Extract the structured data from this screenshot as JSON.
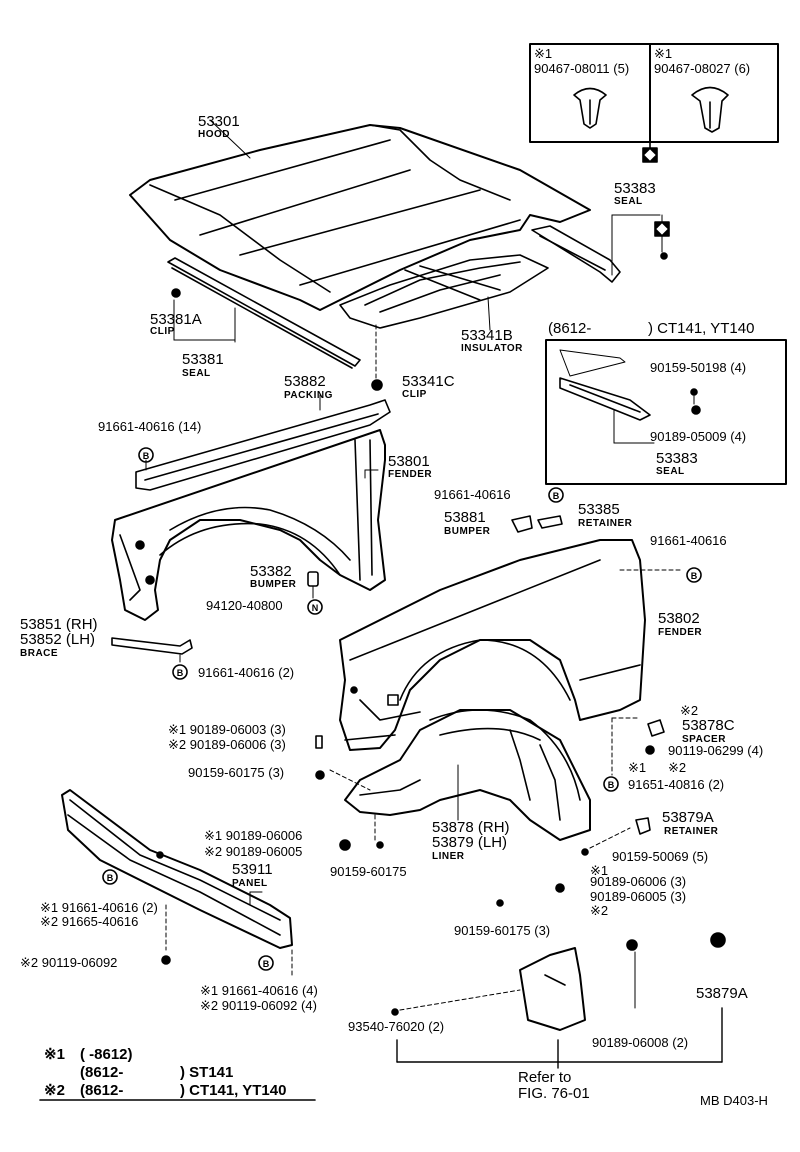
{
  "top_clips": {
    "left": {
      "mark": "※1",
      "part": "90467-08011 (5)"
    },
    "right": {
      "mark": "※1",
      "part": "90467-08027 (6)"
    }
  },
  "parts": {
    "hood": {
      "number": "53301",
      "name": "HOOD"
    },
    "seal_53383": {
      "number": "53383",
      "name": "SEAL"
    },
    "clip_53381A": {
      "number": "53381A",
      "name": "CLIP"
    },
    "seal_53381": {
      "number": "53381",
      "name": "SEAL"
    },
    "insulator": {
      "number": "53341B",
      "name": "INSULATOR"
    },
    "clip_53341C": {
      "number": "53341C",
      "name": "CLIP"
    },
    "packing": {
      "number": "53882",
      "name": "PACKING"
    },
    "fender_53801": {
      "number": "53801",
      "name": "FENDER"
    },
    "screw_14": "91661-40616 (14)",
    "screw_right1": "91661-40616",
    "retainer_53385": {
      "number": "53385",
      "name": "RETAINER"
    },
    "bumper_53881": {
      "number": "53881",
      "name": "BUMPER"
    },
    "screw_right2": "91661-40616",
    "bumper_53382": {
      "number": "53382",
      "name": "BUMPER"
    },
    "nut_94120": "94120-40800",
    "fender_53802": {
      "number": "53802",
      "name": "FENDER"
    },
    "brace": {
      "rh": "53851 (RH)",
      "lh": "53852 (LH)",
      "name": "BRACE"
    },
    "screw_brace": "91661-40616 (2)",
    "bolt_a1": "※1 90189-06003 (3)",
    "bolt_a2": "※2 90189-06006 (3)",
    "screw_60175_a": "90159-60175 (3)",
    "spacer_mark": "※2",
    "spacer": {
      "number": "53878C",
      "name": "SPACER"
    },
    "screw_06299": "90119-06299 (4)",
    "mark_s1": "※1",
    "mark_s2": "※2",
    "screw_40816": "91651-40816 (2)",
    "liner": {
      "rh": "53878 (RH)",
      "lh": "53879 (LH)",
      "name": "LINER"
    },
    "retainer_53879A": {
      "number": "53879A",
      "name": "RETAINER"
    },
    "bolt_b1": "※1 90189-06006",
    "bolt_b2": "※2 90189-06005",
    "screw_60175_b": "90159-60175",
    "screw_50069": "90159-50069 (5)",
    "mark_s1b": "※1",
    "bolt_c1": "90189-06006 (3)",
    "bolt_c2": "90189-06005 (3)",
    "mark_s2b": "※2",
    "screw_60175_c": "90159-60175 (3)",
    "panel": {
      "number": "53911",
      "name": "PANEL"
    },
    "screw_panel1": "※1 91661-40616 (2)",
    "screw_panel2": "※2 91665-40616",
    "nut_panel": "※2 90119-06092",
    "screw_panel3": "※1 91661-40616 (4)",
    "screw_panel4": "※2 90119-06092 (4)",
    "screw_76020": "93540-76020 (2)",
    "bolt_06008": "90189-06008 (2)",
    "retainer_bottom": "53879A",
    "refer1": "Refer to",
    "refer2": "FIG. 76-01"
  },
  "inset": {
    "header_range": "(8612-",
    "header_models": ") CT141, YT140",
    "screw1": "90159-50198 (4)",
    "screw2": "90189-05009 (4)",
    "seal_number": "53383",
    "seal_name": "SEAL"
  },
  "legend": {
    "row1_mark": "※1",
    "row1_range": "(      -8612)",
    "row2_range": "(8612-",
    "row2_models": ") ST141",
    "row3_mark": "※2",
    "row3_range": "(8612-",
    "row3_models": ") CT141, YT140"
  },
  "diagram_code": "MB D403-H"
}
